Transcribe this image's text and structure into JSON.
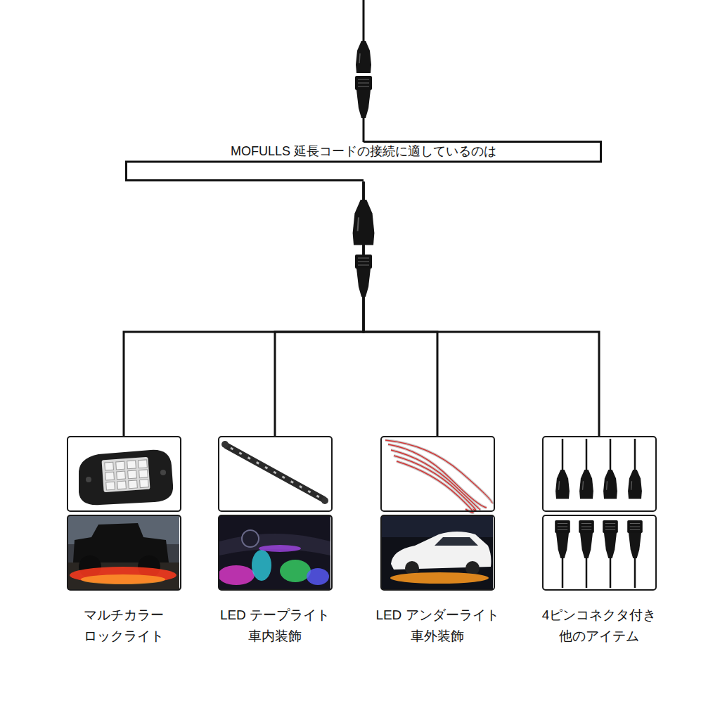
{
  "diagram": {
    "nodes": [
      {
        "text": [
          "MOFULLS 延長コードの接続に適しているのは"
        ]
      },
      {
        "text": [
          "マルチカラー ロックライト"
        ]
      },
      {
        "text": [
          "LED テープライト 車内装飾"
        ]
      },
      {
        "text": [
          "LED アンダーライト 車外装飾"
        ]
      },
      {
        "text": [
          "4ピンコネクタ付き 他のアイテム"
        ]
      }
    ],
    "edges": [
      {
        "from": 0,
        "to": 1,
        "arrow": "none"
      },
      {
        "from": 0,
        "to": 2,
        "arrow": "none"
      },
      {
        "from": 0,
        "to": 3,
        "arrow": "none"
      },
      {
        "from": 0,
        "to": 4,
        "arrow": "none"
      }
    ]
  }
}
